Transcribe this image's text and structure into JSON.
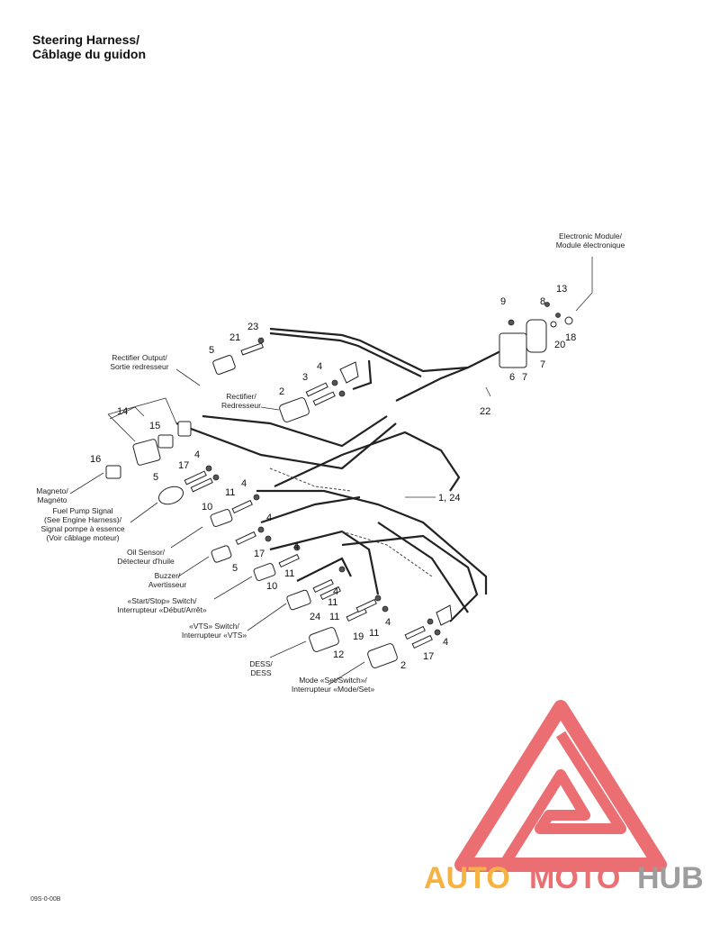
{
  "title": {
    "line1": "Steering Harness/",
    "line2": "Câblage du guidon"
  },
  "footer_code": "09S-0-00B",
  "labels": {
    "electronic_module": [
      "Electronic Module/",
      "Module électronique"
    ],
    "rectifier_output": [
      "Rectifier Output/",
      "Sortie redresseur"
    ],
    "rectifier": [
      "Rectifier/",
      "Redresseur"
    ],
    "magneto": [
      "Magneto/",
      "Magnéto"
    ],
    "fuel_pump": [
      "Fuel Pump Signal",
      "(See Engine Harness)/",
      "Signal pompe à essence",
      "(Voir câblage moteur)"
    ],
    "oil_sensor": [
      "Oil Sensor/",
      "Détecteur d'huile"
    ],
    "buzzer": [
      "Buzzer/",
      "Avertisseur"
    ],
    "start_stop": [
      "«Start/Stop» Switch/",
      "Interrupteur «Début/Arrêt»"
    ],
    "vts": [
      "«VTS» Switch/",
      "Interrupteur «VTS»"
    ],
    "dess": [
      "DESS/",
      "DESS"
    ],
    "mode_set": [
      "Mode «Set/Switch»/",
      "Interrupteur «Mode/Set»"
    ]
  },
  "callouts": {
    "n9": "9",
    "n8": "8",
    "n13": "13",
    "n20": "20",
    "n18": "18",
    "n7": "7",
    "n6": "6",
    "n7b": "7",
    "n22": "22",
    "n23": "23",
    "n21": "21",
    "n5a": "5",
    "n3": "3",
    "n4a": "4",
    "n2a": "2",
    "n14": "14",
    "n15": "15",
    "n16": "16",
    "n17a": "17",
    "n4b": "4",
    "n5b": "5",
    "n1_24": "1, 24",
    "n11a": "11",
    "n4c": "4",
    "n10a": "10",
    "n4d": "4",
    "n17b": "17",
    "n5c": "5",
    "n11b": "11",
    "n4e": "4",
    "n10b": "10",
    "n11c": "11",
    "n4f": "4",
    "n24": "24",
    "n11d": "11",
    "n4g": "4",
    "n4h": "4",
    "n19": "19",
    "n11e": "11",
    "n17c": "17",
    "n12": "12",
    "n2b": "2"
  },
  "watermark": {
    "part1": "AUTO",
    "part2": "MOTO",
    "part3": "HUB",
    "color_orange": "#f5a623",
    "color_red": "#e8565a",
    "color_gray": "#8c8c8c"
  }
}
